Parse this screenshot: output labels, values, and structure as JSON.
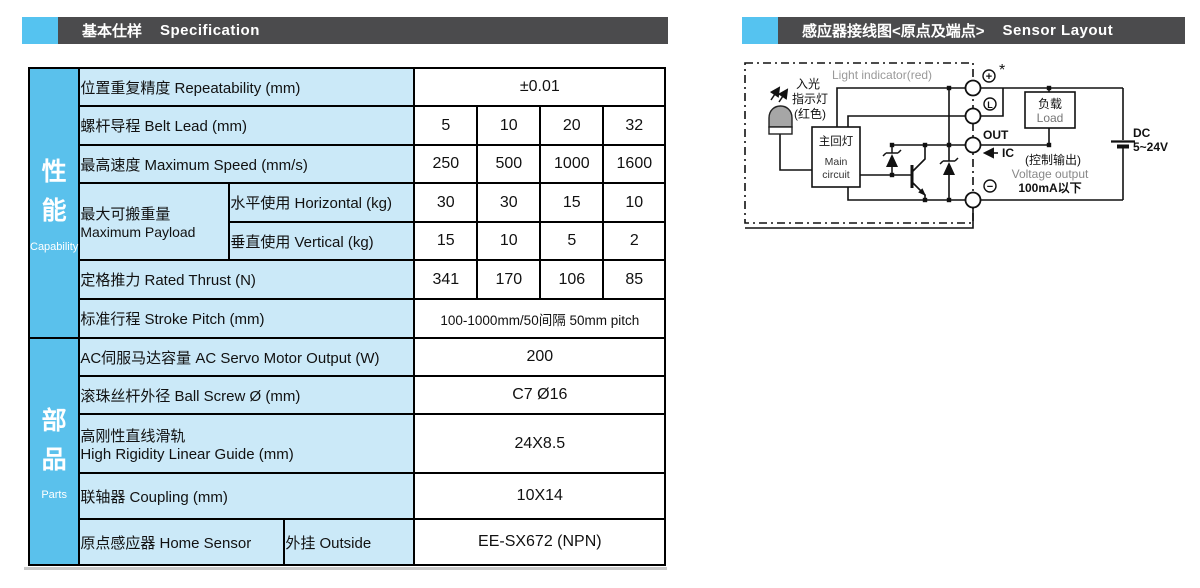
{
  "colors": {
    "sidebar_blue": "#5ac1ec",
    "cell_blue": "#cbe9f8",
    "header_dark": "#4b4b4d",
    "header_cyan": "#55c3f0"
  },
  "headers": {
    "spec": {
      "zh": "基本仕样",
      "en": "Specification"
    },
    "sensor": {
      "zh": "感应器接线图<原点及端点>",
      "en": "Sensor Layout"
    }
  },
  "spec_table": {
    "sections": [
      {
        "zh": "性能",
        "en": "Capability"
      },
      {
        "zh": "部品",
        "en": "Parts"
      }
    ],
    "rows": {
      "repeatability": {
        "label": "位置重复精度  Repeatability (mm)",
        "value": "±0.01"
      },
      "belt_lead": {
        "label": "螺杆导程  Belt Lead (mm)",
        "values": [
          "5",
          "10",
          "20",
          "32"
        ]
      },
      "max_speed": {
        "label": "最高速度  Maximum Speed (mm/s)",
        "values": [
          "250",
          "500",
          "1000",
          "1600"
        ]
      },
      "payload": {
        "label_zh": "最大可搬重量",
        "label_en": "Maximum Payload",
        "horizontal": {
          "label": "水平使用 Horizontal (kg)",
          "values": [
            "30",
            "30",
            "15",
            "10"
          ]
        },
        "vertical": {
          "label": "垂直使用 Vertical (kg)",
          "values": [
            "15",
            "10",
            "5",
            "2"
          ]
        }
      },
      "rated_thrust": {
        "label": "定格推力 Rated Thrust (N)",
        "values": [
          "341",
          "170",
          "106",
          "85"
        ]
      },
      "stroke_pitch": {
        "label": "标准行程 Stroke Pitch (mm)",
        "value": "100-1000mm/50间隔  50mm pitch"
      },
      "motor_output": {
        "label": "AC伺服马达容量 AC Servo Motor Output (W)",
        "value": "200"
      },
      "ball_screw": {
        "label": "滚珠丝杆外径 Ball Screw Ø (mm)",
        "value": "C7 Ø16"
      },
      "linear_guide": {
        "label_zh": "高刚性直线滑轨",
        "label_en": "High Rigidity Linear Guide (mm)",
        "value": "24X8.5"
      },
      "coupling": {
        "label": "联轴器  Coupling (mm)",
        "value": "10X14"
      },
      "home_sensor": {
        "label": "原点感应器 Home Sensor",
        "sub_label": "外挂 Outside",
        "value": "EE-SX672 (NPN)"
      }
    }
  },
  "diagram": {
    "light_indicator_en": "Light indicator(red)",
    "light_zh1": "入光",
    "light_zh2": "指示灯",
    "light_zh3": "(红色)",
    "main_circuit_zh": "主回灯",
    "main_circuit_en1": "Main",
    "main_circuit_en2": "circuit",
    "load_zh": "负载",
    "load_en": "Load",
    "terminal_plus": "+",
    "terminal_l": "L",
    "terminal_minus": "−",
    "asterisk": "*",
    "out_label": "OUT",
    "ic_label": "IC",
    "control_output_zh": "(控制输出)",
    "voltage_output": "Voltage output",
    "current_limit": "100mA以下",
    "dc": "DC",
    "dc_range": "5~24V"
  }
}
